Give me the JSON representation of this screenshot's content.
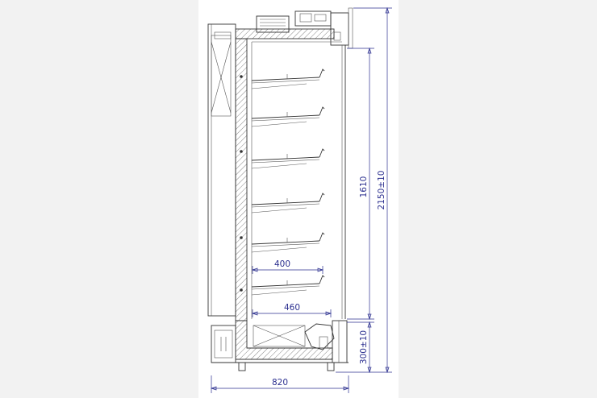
{
  "drawing": {
    "dimensions": {
      "total_width": "820",
      "total_height": "2150±10",
      "display_height": "1610",
      "base_height": "300±10",
      "shelf_depth_upper": "400",
      "shelf_depth_lower": "460"
    }
  }
}
